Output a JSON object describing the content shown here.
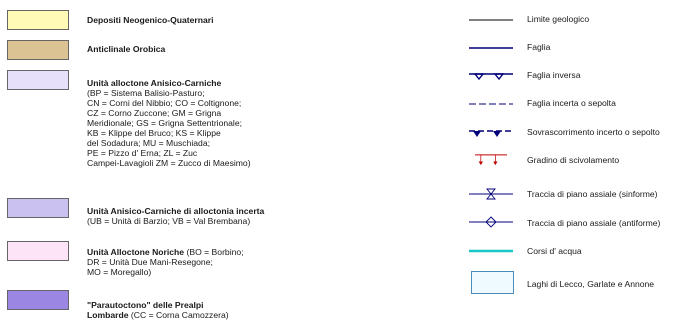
{
  "colors": {
    "neogenico_quaternari": "#fffbb6",
    "anticlinale_orobica": "#dcc393",
    "unita_alloctone_anisico_carniche": "#e6e0fb",
    "unita_alloctonia_incerta": "#cbc1f1",
    "unita_alloctone_noriche": "#fde4f6",
    "parautoctono": "#9b86e4",
    "geologic_line": "#000000",
    "fault": "#00007a",
    "thrust_red": "#c00000",
    "water": "#19c7c7",
    "lake": "#eefaff"
  },
  "left_legend": [
    {
      "title": "Depositi Neogenico-Quaternari",
      "detail": []
    },
    {
      "title": "Anticlinale Orobica",
      "detail": []
    },
    {
      "title": "Unità alloctone Anisico-Carniche",
      "detail": [
        "(BP = Sistema Balisio-Pasturo;",
        "CN = Corni del Nibbio; CO = Coltignone;",
        "CZ = Corno Zuccone; GM = Grigna",
        "Meridionale; GS = Grigna Settentrionale;",
        "KB = Klippe del Bruco; KS = Klippe",
        "del Sodadura; MU = Muschiada;",
        "PE = Pizzo d' Erna; ZL = Zuc",
        "Campei-Lavagioli ZM = Zucco di Maesimo)"
      ]
    },
    {
      "title": "Unità Anisico-Carniche di alloctonia incerta",
      "detail": [
        "(UB = Unità di Barzio; VB = Val Brembana)"
      ]
    },
    {
      "title": "Unità Alloctone Noriche",
      "title_suffix": " (BO = Borbino;",
      "detail": [
        "DR = Unità Due Mani-Resegone;",
        "MO = Moregallo)"
      ]
    },
    {
      "title": "\"Parautoctono\"  delle Prealpi",
      "title_line2": "Lombarde",
      "title_line2_suffix": " (CC = Corna Camozzera)",
      "detail": []
    }
  ],
  "right_legend": [
    {
      "symbol": "geologic-contact",
      "label": "Limite geologico"
    },
    {
      "symbol": "fault",
      "label": "Faglia"
    },
    {
      "symbol": "reverse-fault",
      "label": "Faglia inversa"
    },
    {
      "symbol": "uncertain-fault",
      "label": "Faglia incerta o sepolta"
    },
    {
      "symbol": "uncertain-thrust",
      "label": "Sovrascorrimento incerto o sepolto"
    },
    {
      "symbol": "slip-step",
      "label": "Gradino di scivolamento"
    },
    {
      "symbol": "synform-axis",
      "label": "Traccia di piano assiale (sinforme)"
    },
    {
      "symbol": "antiform-axis",
      "label": "Traccia di piano assiale (antiforme)"
    },
    {
      "symbol": "watercourse",
      "label": "Corsi d' acqua"
    },
    {
      "symbol": "lake",
      "label": "Laghi di Lecco, Garlate e Annone"
    }
  ]
}
